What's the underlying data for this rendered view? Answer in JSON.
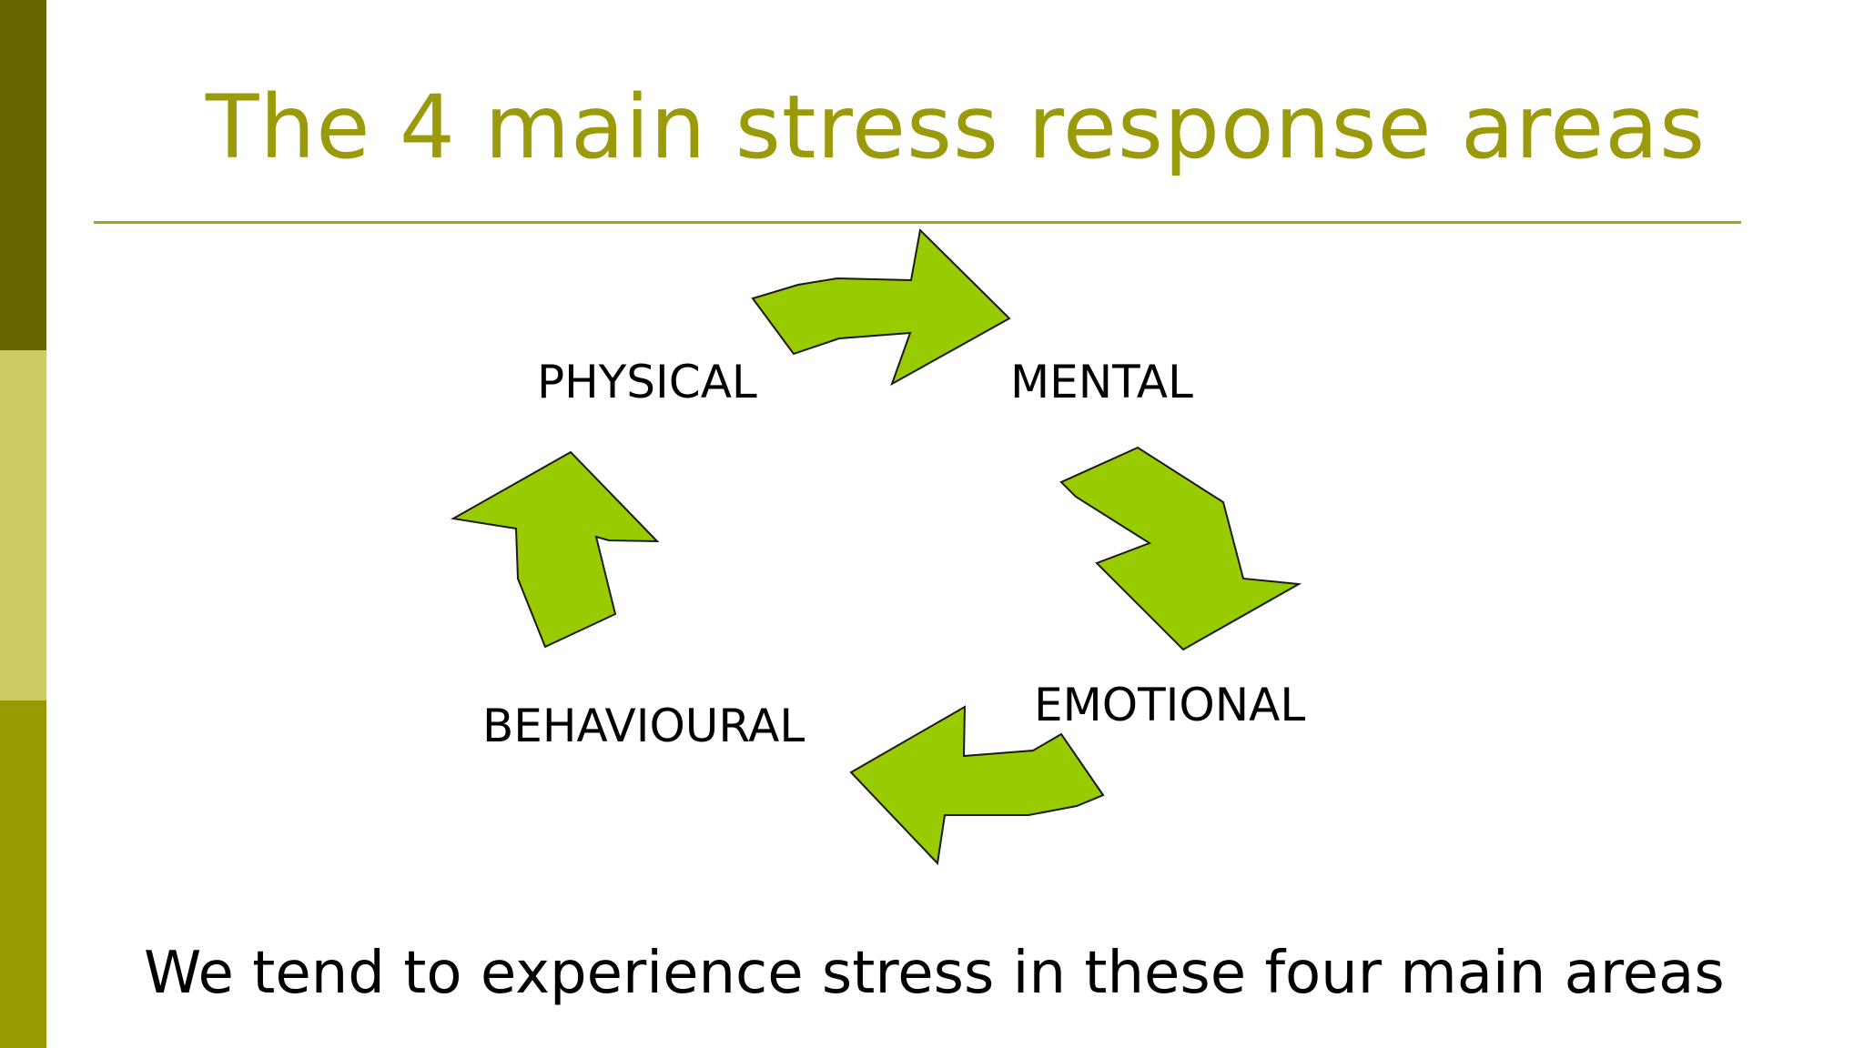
{
  "slide": {
    "title": "The 4 main stress response areas",
    "caption": "We tend to experience stress in these four main areas"
  },
  "diagram": {
    "nodes": [
      "PHYSICAL",
      "MENTAL",
      "EMOTIONAL",
      "BEHAVIOURAL"
    ],
    "cycle_order": [
      "PHYSICAL",
      "MENTAL",
      "EMOTIONAL",
      "BEHAVIOURAL",
      "PHYSICAL"
    ],
    "arrow_shape": "curved-arrow"
  },
  "colors": {
    "title": "#9a9a0b",
    "rule": "#a3a31a",
    "sidebar_top": "#666600",
    "sidebar_middle": "#cccc66",
    "sidebar_bottom": "#999900",
    "arrow_fill": "#99cc00",
    "arrow_stroke": "#1a1a1a",
    "text": "#000000"
  }
}
